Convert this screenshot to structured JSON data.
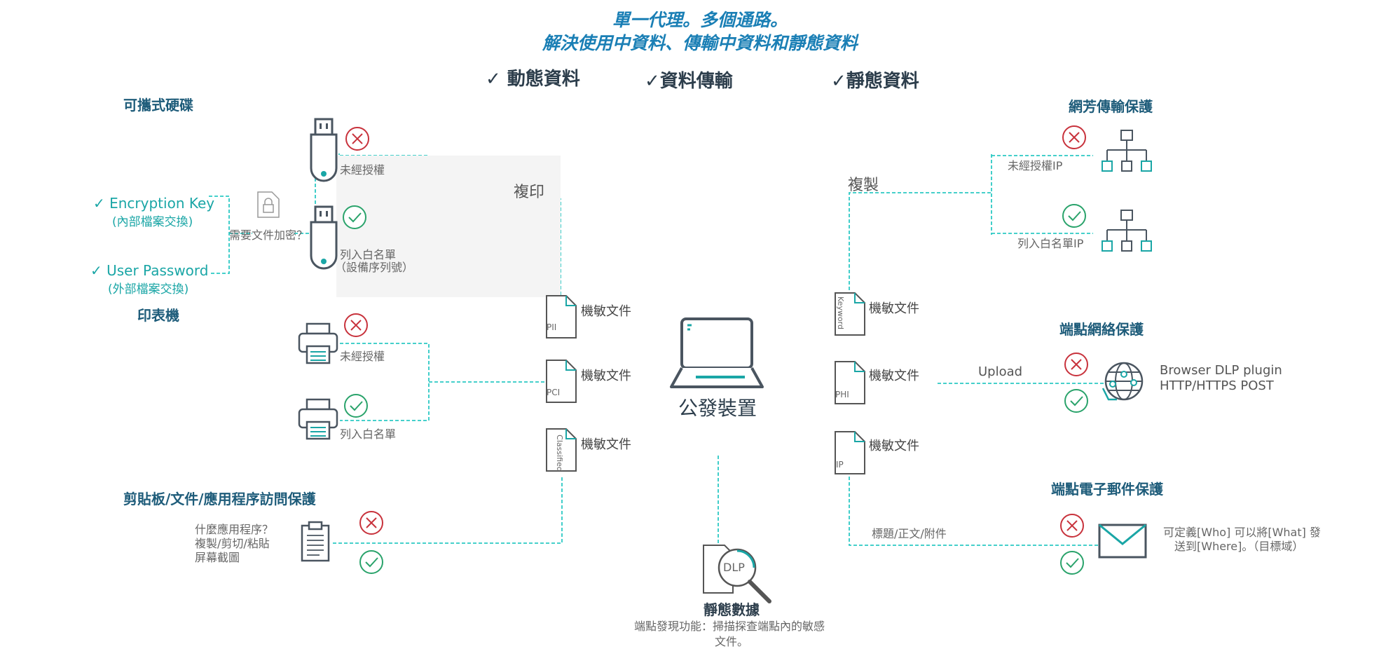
{
  "title": {
    "line1": "單一代理。多個通路。",
    "line2": "解決使用中資料、傳輸中資料和靜態資料"
  },
  "headers": {
    "in_use": "✓ 動態資料",
    "in_transit": "✓資料傳輸",
    "at_rest": "✓靜態資料"
  },
  "left": {
    "removable_title": "可攜式硬碟",
    "unauthorized": "未經授權",
    "whitelist_device": "列入白名單",
    "whitelist_device_sub": "（設備序列號）",
    "copy_print": "複印",
    "encryption_key": "✓ Encryption Key",
    "encryption_key_sub": "(內部檔案交換)",
    "user_password": "✓ User Password",
    "user_password_sub": "(外部檔案交換)",
    "need_encrypt": "需要文件加密？",
    "printer_title": "印表機",
    "printer_unauthorized": "未經授權",
    "printer_whitelist": "列入白名單",
    "clipboard_title": "剪貼板/文件/應用程序訪問保護",
    "clipboard_q1": "什麼應用程序？",
    "clipboard_q2": "複製/剪切/粘貼",
    "clipboard_q3": "屏幕截圖"
  },
  "docs": {
    "sensitive": "機敏文件",
    "pii": "PII",
    "pci": "PCI",
    "classified": "Classified",
    "keyword": "Keyword",
    "phi": "PHI",
    "ip": "IP"
  },
  "center": {
    "device": "公發裝置",
    "dlp": "DLP",
    "rest_title": "靜態數據",
    "rest_desc1": "端點發現功能：掃描探查端點內的敏感",
    "rest_desc2": "文件。"
  },
  "right": {
    "network_title": "網芳傳輸保護",
    "copy": "複製",
    "unauth_ip": "未經授權IP",
    "whitelist_ip": "列入白名單IP",
    "endpoint_net_title": "端點網絡保護",
    "upload": "Upload",
    "browser_plugin": "Browser DLP plugin",
    "http_post": "HTTP/HTTPS POST",
    "email_title": "端點電子郵件保護",
    "email_parts": "標題/正文/附件",
    "email_desc1": "可定義[Who] 可以將[What] 發",
    "email_desc2": "送到[Where]。（目標域）"
  },
  "colors": {
    "teal": "#22c4c0",
    "title_blue": "#1a7fb5",
    "red": "#c8323c",
    "green": "#2aa36b"
  }
}
